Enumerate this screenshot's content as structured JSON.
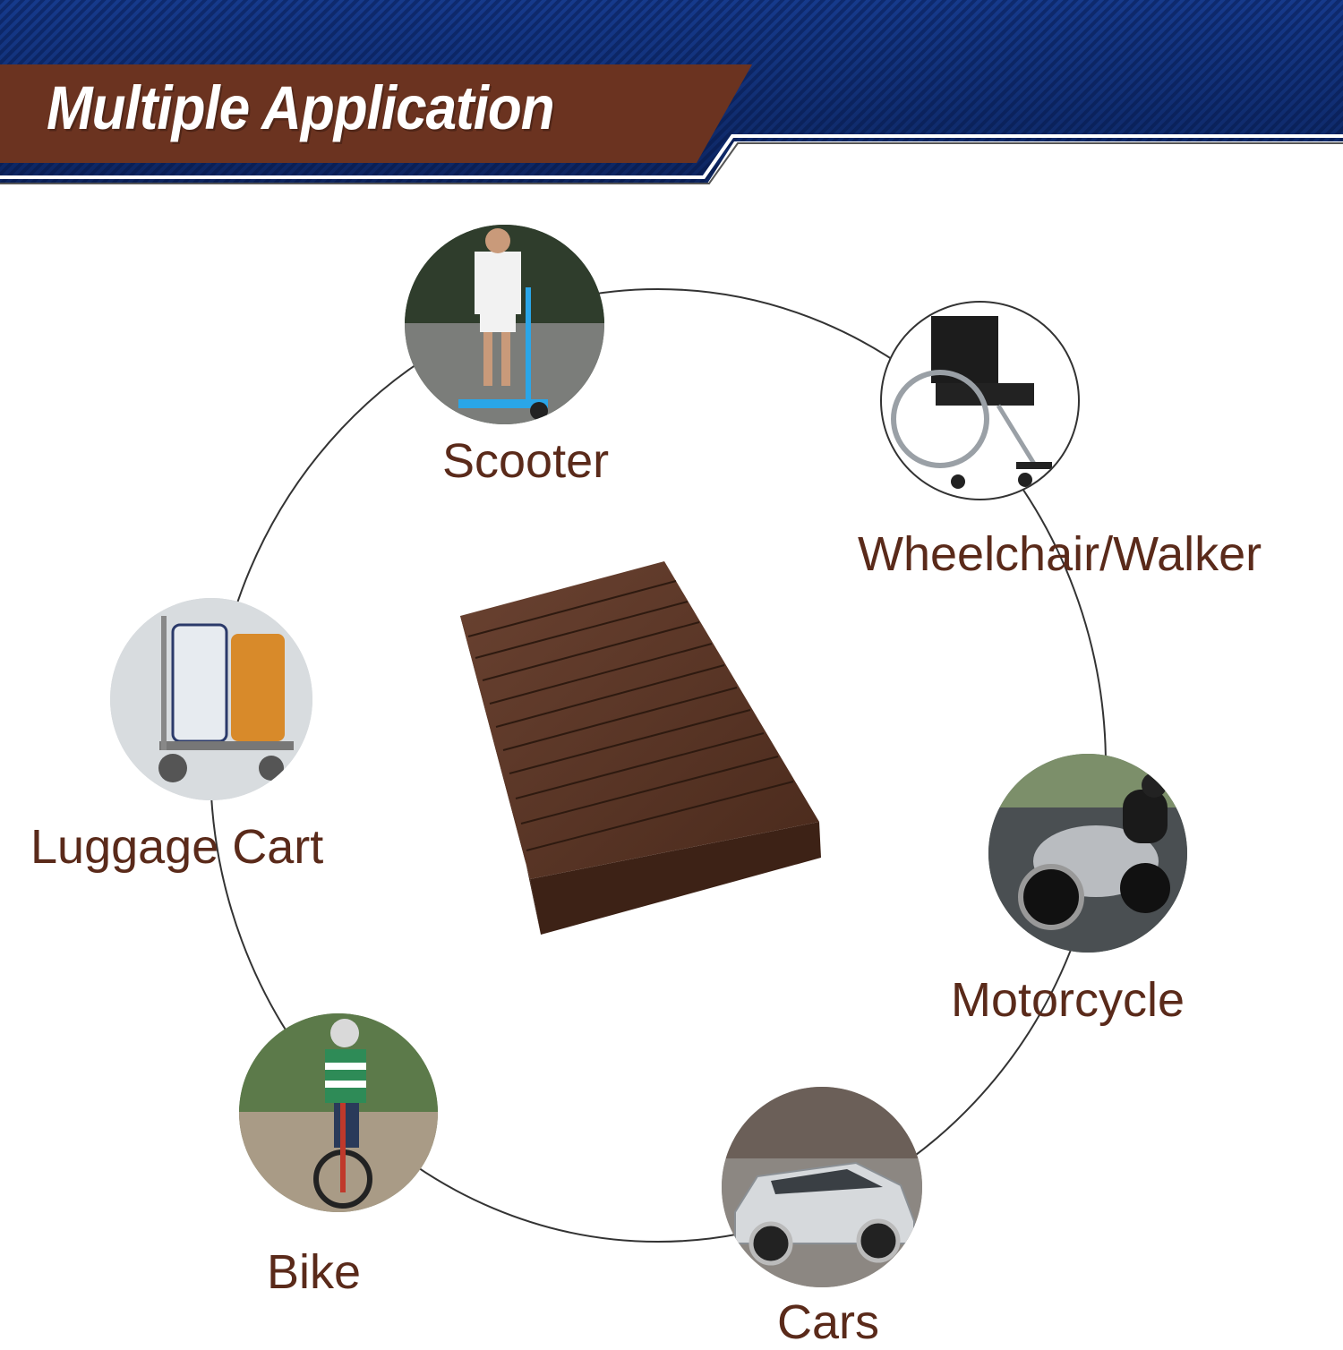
{
  "header": {
    "title": "Multiple Application"
  },
  "colors": {
    "banner_brown": "#6b3320",
    "header_blue": "#163a8c",
    "label_brown": "#5a2a1a",
    "ramp_wood": "#5a3524"
  },
  "center_product": {
    "icon": "wooden-ramp-icon"
  },
  "applications": [
    {
      "label": "Scooter",
      "icon": "scooter-icon"
    },
    {
      "label": "Wheelchair/Walker",
      "icon": "wheelchair-icon"
    },
    {
      "label": "Luggage Cart",
      "icon": "luggage-cart-icon"
    },
    {
      "label": "Motorcycle",
      "icon": "motorcycle-icon"
    },
    {
      "label": "Bike",
      "icon": "bike-icon"
    },
    {
      "label": "Cars",
      "icon": "car-icon"
    }
  ]
}
